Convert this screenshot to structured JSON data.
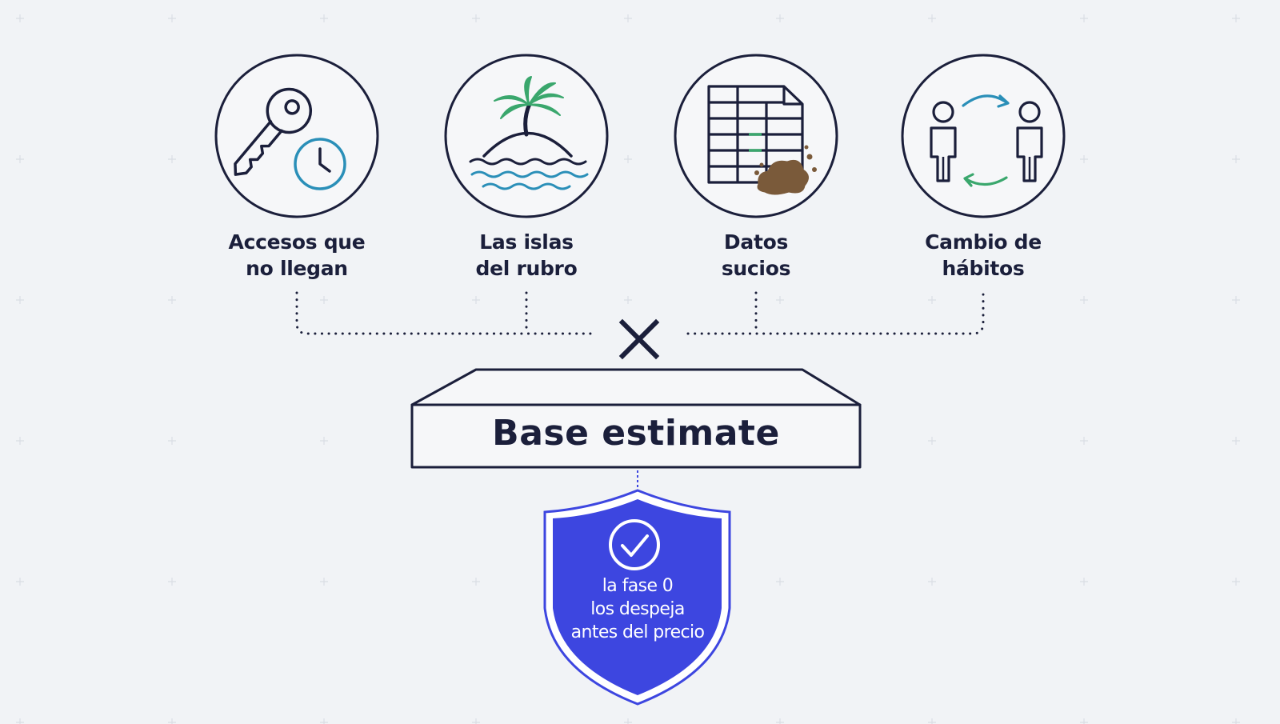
{
  "colors": {
    "background": "#f1f3f6",
    "ink": "#1b1f3b",
    "accent_blue": "#2a8fb8",
    "accent_green": "#3aa76d",
    "shield_blue": "#3d46e0",
    "mud_brown": "#7a5a3a"
  },
  "risks": [
    {
      "id": "access",
      "icon": "key-clock-icon",
      "label_lines": [
        "Accesos que",
        "no llegan"
      ]
    },
    {
      "id": "islands",
      "icon": "island-palm-icon",
      "label_lines": [
        "Las islas",
        "del rubro"
      ]
    },
    {
      "id": "dirty_data",
      "icon": "dirty-spreadsheet-icon",
      "label_lines": [
        "Datos",
        "sucios"
      ]
    },
    {
      "id": "habits",
      "icon": "people-exchange-icon",
      "label_lines": [
        "Cambio de",
        "hábitos"
      ]
    }
  ],
  "multiply_symbol": "×",
  "base": {
    "title": "Base estimate"
  },
  "shield": {
    "icon": "check-circle-icon",
    "text_lines": [
      "la fase 0",
      "los despeja",
      "antes del precio"
    ]
  }
}
